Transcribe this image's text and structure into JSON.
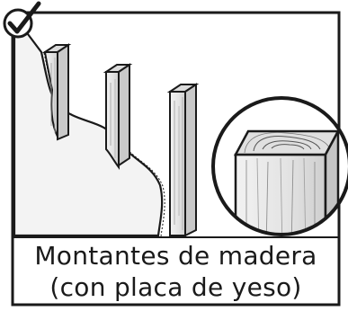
{
  "caption": {
    "line1": "Montantes de madera",
    "line2": "(con placa de yeso)"
  },
  "icons": {
    "status": "checkmark-circle-icon",
    "detail": "wood-grain-magnifier"
  },
  "colors": {
    "outline": "#1a1a1a",
    "frame_border": "#1a1a1a",
    "drywall_fill": "#f3f3f3",
    "stud_front": "#e9e9e9",
    "stud_top": "#dcdcdc",
    "stud_side": "#c9c9c9",
    "background": "#ffffff"
  }
}
